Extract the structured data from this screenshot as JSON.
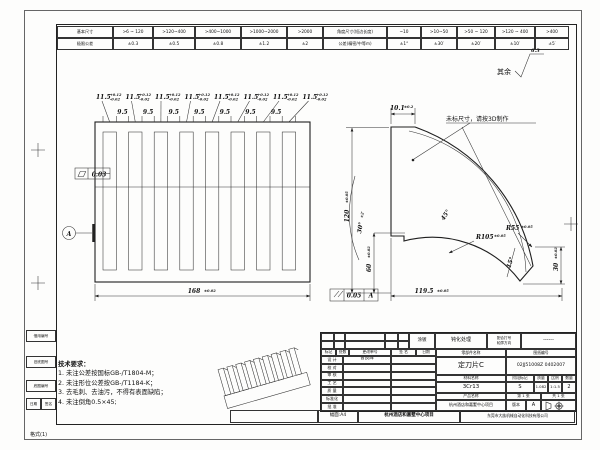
{
  "frame": {
    "surface_prefix": "其余",
    "surface_value": "6.3",
    "format_note": "格式(1)",
    "margin_boxes": [
      "借用编号",
      "旧底图号",
      "底图编号"
    ],
    "margin_date": "日期",
    "margin_sign": "签名"
  },
  "tol_table": {
    "rows": [
      [
        "基本尺寸",
        ">6 ~ 120",
        ">120~400",
        ">400~1000",
        ">1000~2000",
        ">2000",
        "角度尺寸(短边长度)",
        "~10",
        ">10~50",
        ">50 ~ 120",
        ">120 ~ 400",
        ">400"
      ],
      [
        "极限公差",
        "±0.3",
        "±0.5",
        "±0.8",
        "±1.2",
        "±2",
        "公差(精密/中等m)",
        "±1°",
        "±30′",
        "±20′",
        "±10′",
        "±5′"
      ]
    ]
  },
  "main_view": {
    "slot_width": "11.5",
    "slot_tol_plus": "+0.12",
    "slot_tol_minus": "-0.02",
    "tooth_width": "9.5",
    "overall_width": "168",
    "overall_tol": "±0.02",
    "flatness_value": "0.03",
    "datum_label": "A",
    "parallelism_value": "0.05",
    "parallelism_datum": "A"
  },
  "side_view": {
    "top_width": "10.1",
    "top_tol": "±0.2",
    "note": "未标尺寸，请按3D制作",
    "height": "120",
    "height_tol": "±0.05",
    "inner_height": "60",
    "inner_tol": "±0.02",
    "angle_main": "30°",
    "angle_main_tol": "±2′",
    "angle_sector": "45°",
    "radius_outer": "R105",
    "radius_outer_tol": "±0.05",
    "radius_inner": "R55",
    "radius_inner_tol": "±0.05",
    "chamfer_angle": "15°",
    "end_height": "30",
    "end_tol": "±0.02",
    "bottom_width": "119.5",
    "bottom_tol": "±0.05"
  },
  "tech_req": {
    "title": "技术要求：",
    "items": [
      "1. 未注公差按国标GB-/T1804-M；",
      "2. 未注形位公差按GB-/T1184-K；",
      "3. 去毛刺、去油污，不得有表面缺陷；",
      "4. 未注倒角0.5×45;"
    ]
  },
  "title_block": {
    "coating_label": "涂镀",
    "coating_value": "钝化处理",
    "fit_label": "配合打号",
    "direction_label": "轮廓方向",
    "fit_value": "------",
    "part_name_label": "零部件名称",
    "part_name": "定刀片C",
    "drawing_no_label": "图纸编号",
    "drawing_no": "02JJ51008Z 0402007",
    "rev_headers": [
      "标记",
      "处数",
      "更改单号",
      "签 名",
      "日期"
    ],
    "sign_rows": [
      [
        "设 计",
        "曹良辉"
      ],
      [
        "校 对",
        ""
      ],
      [
        "审 核",
        ""
      ],
      [
        "工 艺",
        ""
      ],
      [
        "质 量",
        ""
      ],
      [
        "标准化",
        ""
      ],
      [
        "批 准",
        ""
      ]
    ],
    "material_label": "材料名称",
    "material": "3Cr13",
    "stage_label": "阶段标记",
    "stage": "S",
    "weight_label": "质量",
    "weight": "1.082",
    "scale_label": "比例",
    "scale": "1:1.5",
    "qty_label": "数量",
    "qty": "2",
    "product_label": "产品名称",
    "product": "杭州酒店和嘉墅中心项目",
    "sheet_no": "第 1 张",
    "sheet_total": "共 1 张",
    "version_label": "版本",
    "version": "A",
    "format_label": "幅面:A4",
    "company": "东莞市大族机械自动化科技有限公司"
  }
}
